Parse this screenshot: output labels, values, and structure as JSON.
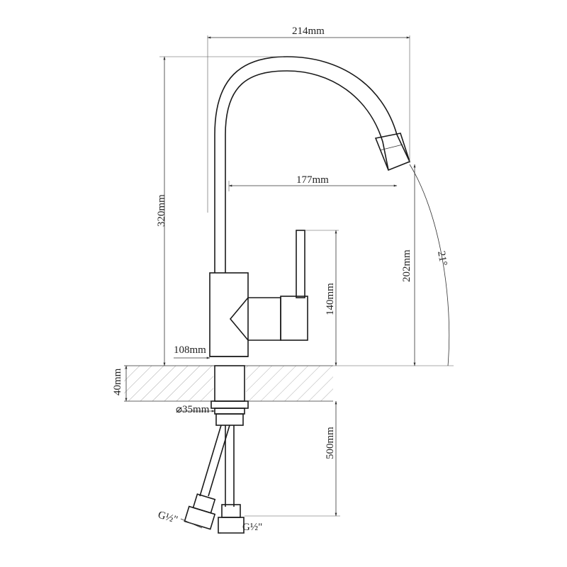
{
  "dimensions": {
    "width_top": "214mm",
    "reach": "177mm",
    "height_total": "320mm",
    "spout_height": "202mm",
    "swivel_angle": "21°",
    "body_height": "140mm",
    "body_width": "108mm",
    "counter_thickness": "40mm",
    "mount_diameter": "⌀35mm",
    "hose_length": "500mm",
    "thread_left": "G½\"",
    "thread_right": "G½\""
  }
}
